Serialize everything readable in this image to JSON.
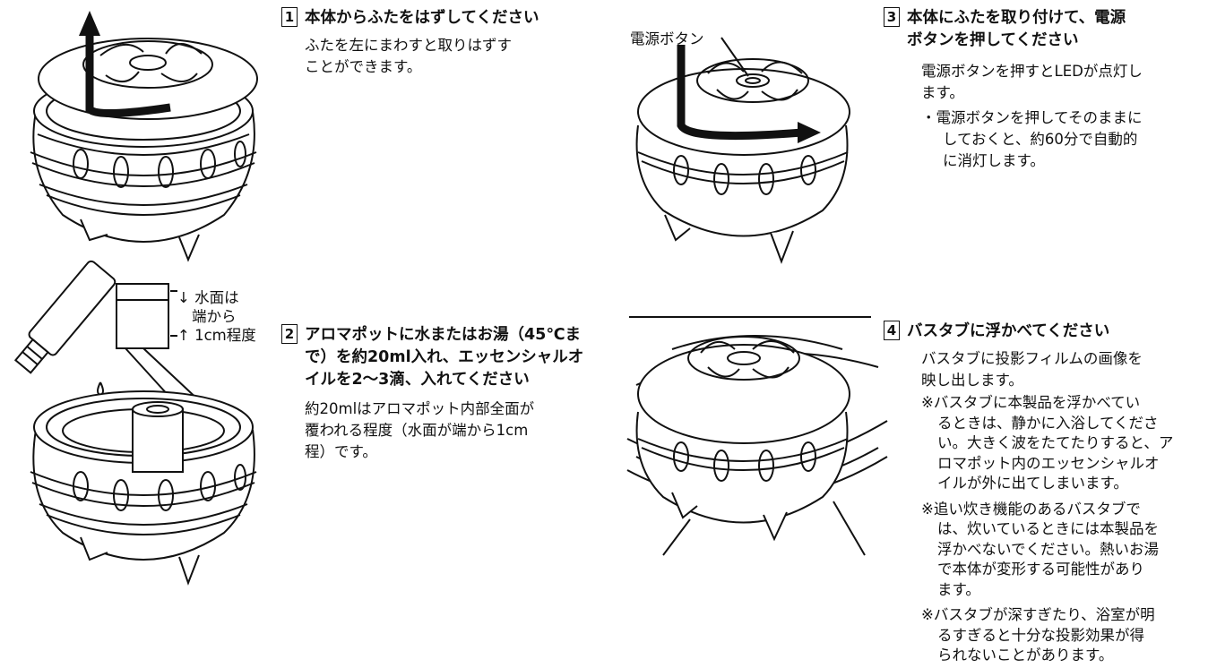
{
  "step1": {
    "num": "1",
    "title": "本体からふたをはずしてください",
    "body": [
      "ふたを左にまわすと取りはずす",
      "ことができます。"
    ]
  },
  "step2": {
    "num": "2",
    "title": [
      "アロマポットに水またはお湯（45℃ま",
      "で）を約20ml入れ、エッセンシャルオ",
      "イルを2〜3滴、入れてください"
    ],
    "body": [
      "約20mlはアロマポット内部全面が",
      "覆われる程度（水面が端から1cm",
      "程）です。"
    ],
    "callout": [
      "水面は",
      "端から",
      "1cm程度"
    ]
  },
  "step3": {
    "num": "3",
    "title": [
      "本体にふたを取り付けて、電源",
      "ボタンを押してください"
    ],
    "body": [
      "電源ボタンを押すとLEDが点灯し",
      "ます。"
    ],
    "bullet": [
      "・電源ボタンを押してそのままに",
      "しておくと、約60分で自動的",
      "に消灯します。"
    ],
    "callout": "電源ボタン"
  },
  "step4": {
    "num": "4",
    "title": "バスタブに浮かべてください",
    "body": [
      "バスタブに投影フィルムの画像を",
      "映し出します。"
    ],
    "notes": [
      [
        "※バスタブに本製品を浮かべてい",
        "るときは、静かに入浴してくださ",
        "い。大きく波をたてたりすると、ア",
        "ロマポット内のエッセンシャルオ",
        "イルが外に出てしまいます。"
      ],
      [
        "※追い炊き機能のあるバスタブで",
        "は、炊いているときには本製品を",
        "浮かべないでください。熱いお湯",
        "で本体が変形する可能性があり",
        "ます。"
      ],
      [
        "※バスタブが深すぎたり、浴室が明",
        "るすぎると十分な投影効果が得",
        "られないことがあります。"
      ]
    ]
  }
}
